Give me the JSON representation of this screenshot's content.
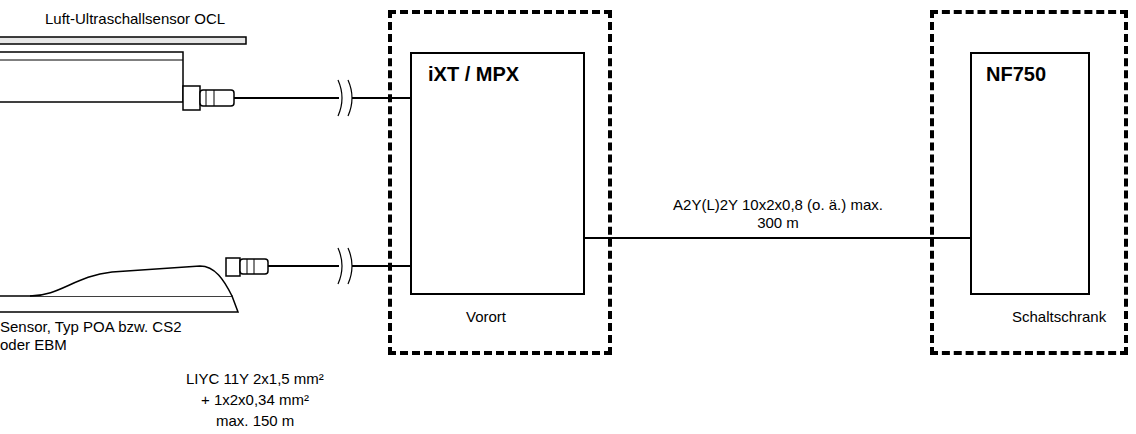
{
  "diagram": {
    "nodes": [
      {
        "text": [
          "Luft-Ultraschallsensor OCL"
        ]
      },
      {
        "text": [
          "Sensor, Typ POA bzw. CS2 oder EBM"
        ]
      },
      {
        "text": [
          "Vorort"
        ]
      },
      {
        "text": [
          "iXT / MPX"
        ],
        "in": 2
      },
      {
        "text": [
          "Schaltschrank"
        ]
      },
      {
        "text": [
          "NF750"
        ],
        "in": 4
      }
    ],
    "edges": [
      {
        "from": 0,
        "to": 3,
        "arrow": "none"
      },
      {
        "from": 1,
        "to": 3,
        "arrow": "none"
      },
      {
        "from": 3,
        "to": 5,
        "label": "A2Y(L)2Y 10x2x0,8 (o. ä.) max. 300 m",
        "arrow": "none"
      }
    ],
    "labels": [
      "LIYC 11Y 2x1,5 mm²",
      "+ 1x2x0,34 mm²",
      "max. 150 m"
    ]
  }
}
